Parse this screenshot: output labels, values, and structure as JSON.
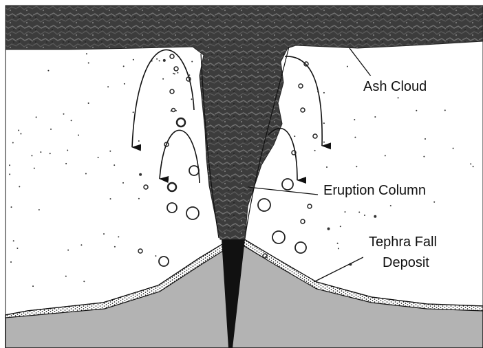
{
  "labels": {
    "ash_cloud": "Ash Cloud",
    "eruption_column": "Eruption Column",
    "tephra_fall_line1": "Tephra Fall",
    "tephra_fall_line2": "Deposit"
  },
  "colors": {
    "ash": "#3c3c3c",
    "ash_light": "#6a6a6a",
    "ground": "#b3b3b3",
    "conduit": "#111111",
    "sky": "#ffffff",
    "line": "#111111"
  }
}
